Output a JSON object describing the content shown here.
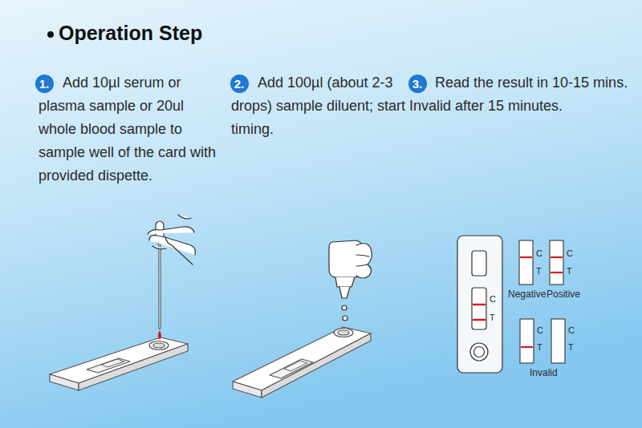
{
  "diagram": {
    "title": "Operation Step",
    "nodes": [
      {
        "text": [
          "1."
        ]
      },
      {
        "text": [
          "2."
        ]
      },
      {
        "text": [
          "3."
        ]
      }
    ],
    "labels": [
      "Add 10µl serum or plasma sample or 20ul whole blood sample to sample well of the card with provided dispette.",
      "Add 100µl (about 2-3 drops) sample diluent; start timing.",
      "Read the result in 10-15 mins. Invalid after 15 minutes.",
      "C",
      "T",
      "C",
      "T",
      "C",
      "T",
      "Negative",
      "Positive",
      "C",
      "T",
      "C",
      "T",
      "Invalid"
    ]
  }
}
